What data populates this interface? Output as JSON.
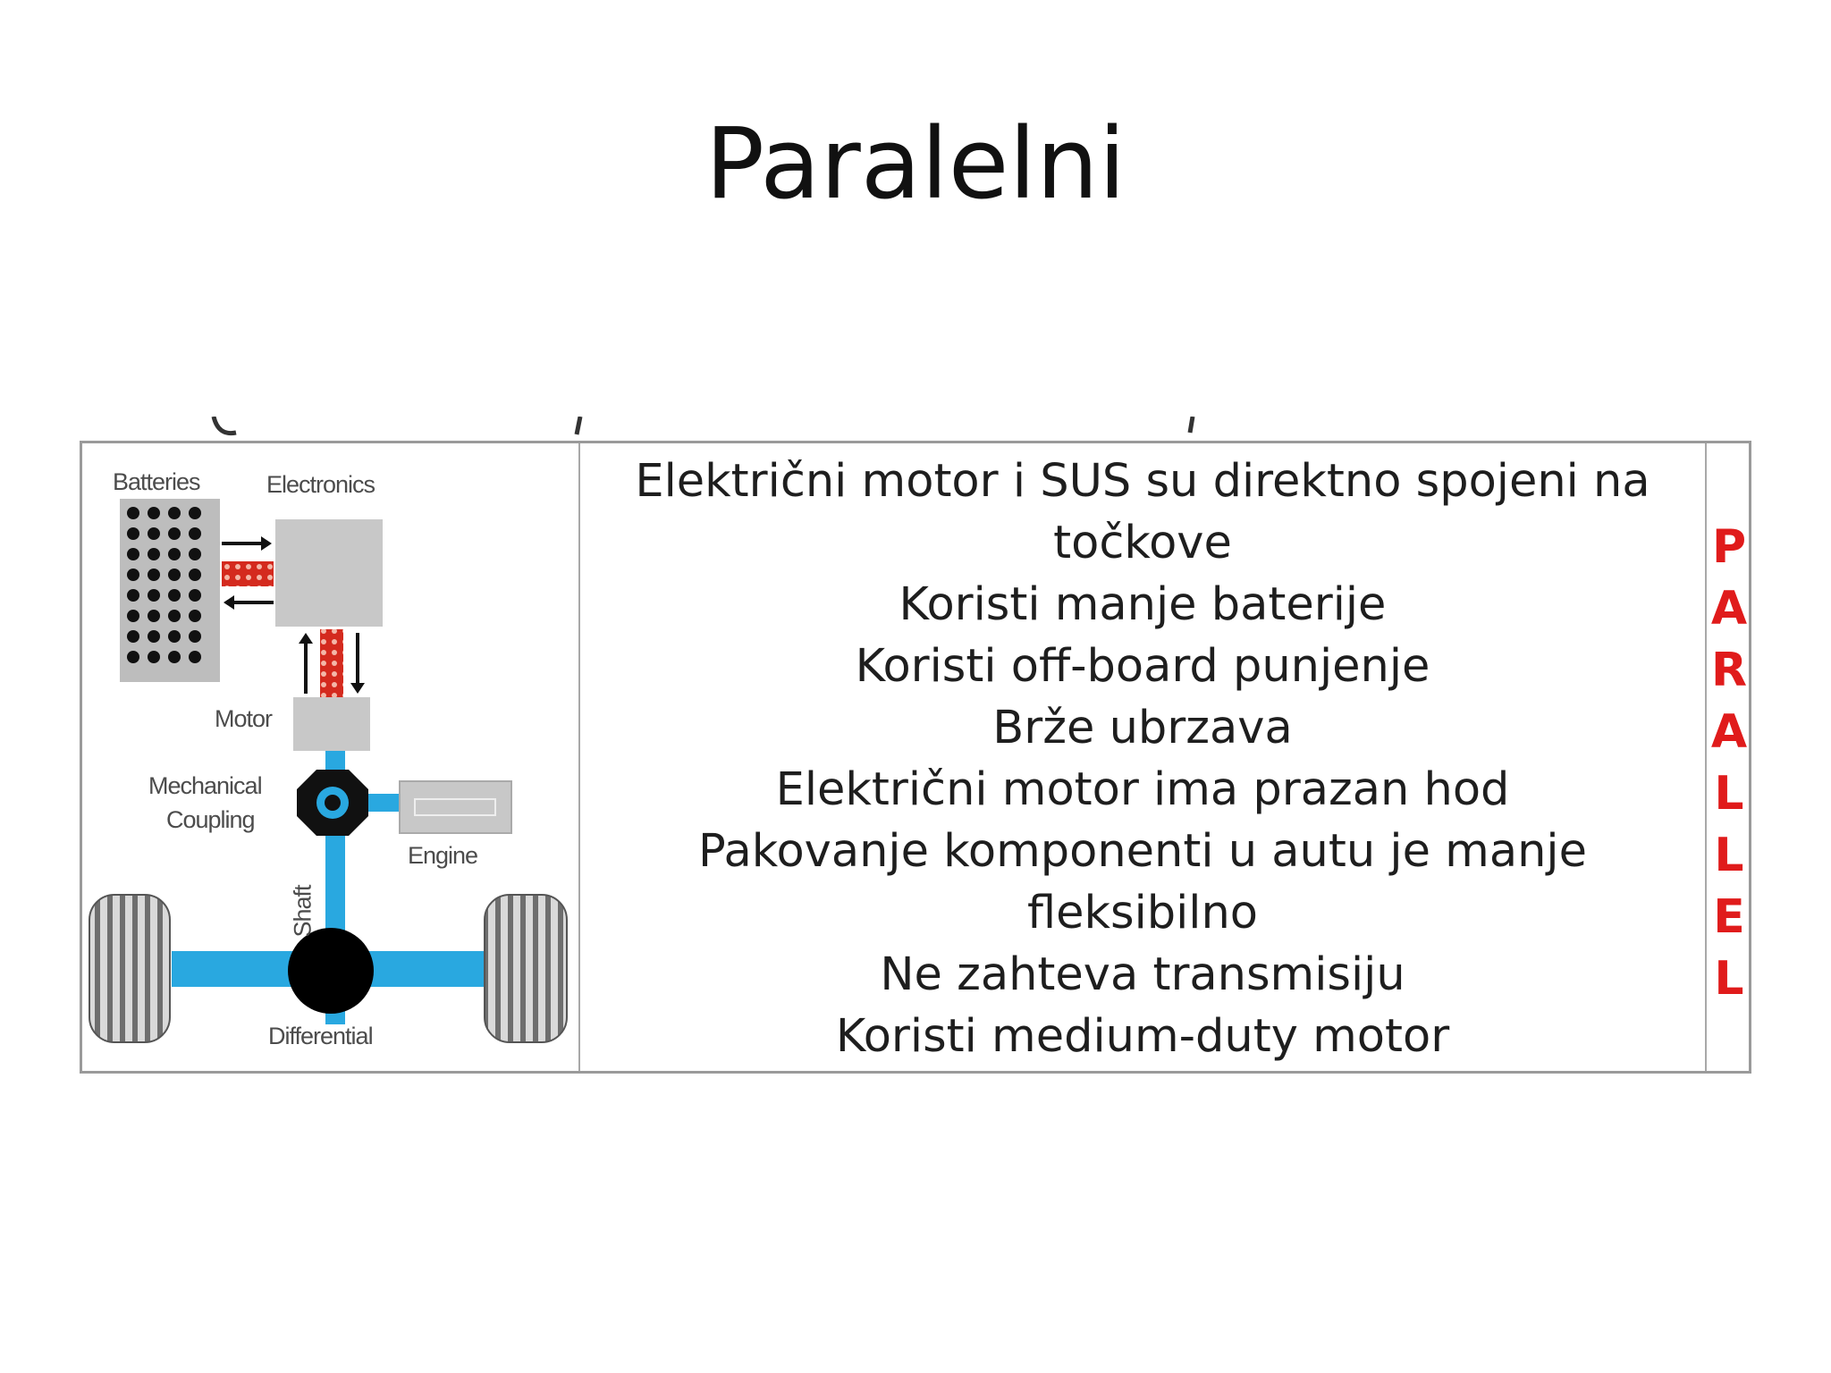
{
  "slide": {
    "title": "Paralelni"
  },
  "diagram": {
    "labels": {
      "batteries": "Batteries",
      "electronics": "Electronics",
      "motor": "Motor",
      "mechanical": "Mechanical",
      "coupling": "Coupling",
      "engine": "Engine",
      "shaft": "Shaft",
      "differential": "Differential"
    },
    "colors": {
      "drivetrain": "#29a8e0",
      "box": "#c8c8c8",
      "flow": "#d42a1e"
    }
  },
  "features": {
    "lines": [
      "Električni motor i SUS su direktno spojeni na",
      "točkove",
      "Koristi manje baterije",
      "Koristi off-board punjenje",
      "Brže ubrzava",
      "Električni motor ima prazan hod",
      "Pakovanje komponenti u autu je manje",
      "fleksibilno",
      "Ne zahteva transmisiju",
      "Koristi medium-duty motor"
    ]
  },
  "vertical_word": {
    "letters": [
      "P",
      "A",
      "R",
      "A",
      "L",
      "L",
      "E",
      "L"
    ],
    "color": "#e01b1b"
  }
}
